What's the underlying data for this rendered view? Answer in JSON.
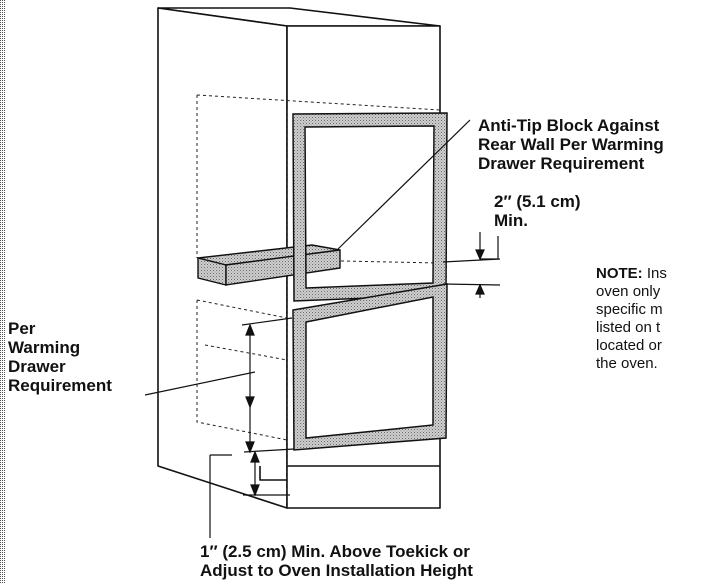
{
  "labels": {
    "anti_tip": [
      "Anti-Tip Block Against",
      "Rear Wall Per Warming",
      "Drawer Requirement"
    ],
    "gap_spec": [
      "2″ (5.1 cm)",
      "Min."
    ],
    "per_warming": [
      "Per",
      "Warming",
      "Drawer",
      "Requirement"
    ],
    "toekick": [
      "1″ (2.5 cm) Min. Above Toekick or",
      "Adjust to Oven Installation Height"
    ]
  },
  "note": {
    "heading": "NOTE:",
    "lines": [
      "Ins",
      "oven only",
      "specific m",
      "listed on t",
      "located or",
      "the oven."
    ]
  }
}
